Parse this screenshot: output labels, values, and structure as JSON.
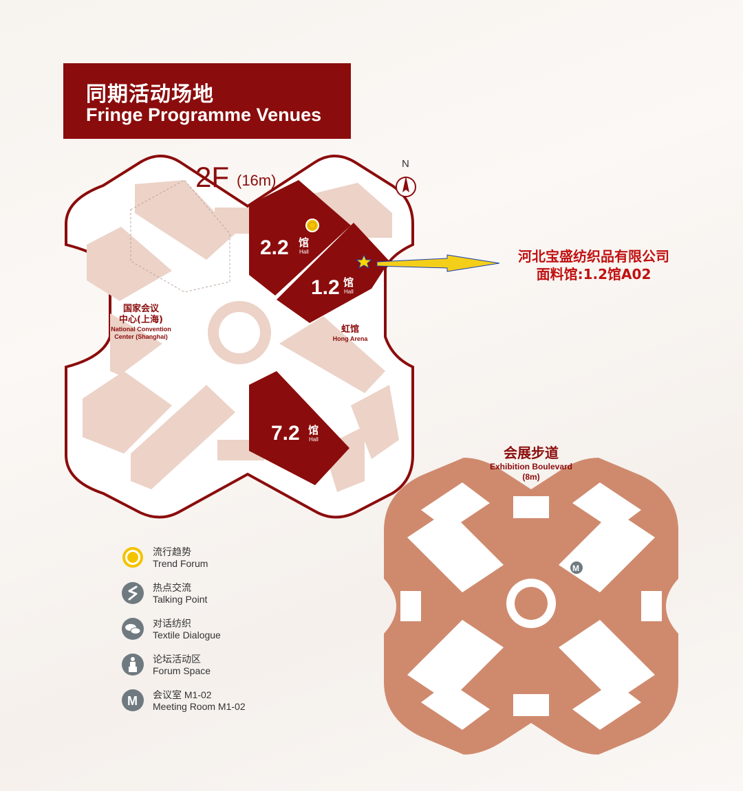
{
  "title": {
    "cn": "同期活动场地",
    "en": "Fringe Programme Venues"
  },
  "floor": {
    "level": "2F",
    "height": "(16m)",
    "compass": "N"
  },
  "halls": [
    {
      "num": "2.2",
      "cn": "馆",
      "en": "Hall"
    },
    {
      "num": "1.2",
      "cn": "馆",
      "en": "Hall"
    },
    {
      "num": "7.2",
      "cn": "馆",
      "en": "Hall"
    }
  ],
  "venues": {
    "ncc": {
      "cn_line1": "国家会议",
      "cn_line2": "中心(上海)",
      "en_line1": "National Convention",
      "en_line2": "Center (Shanghai)"
    },
    "hong": {
      "cn": "虹馆",
      "en": "Hong Arena"
    }
  },
  "callout": {
    "line1": "河北宝盛纺织品有限公司",
    "line2": "面料馆:1.2馆A02"
  },
  "boulevard": {
    "cn": "会展步道",
    "en": "Exhibition Boulevard",
    "height": "(8m)",
    "marker": "M"
  },
  "legend": [
    {
      "icon": "trend-forum-icon",
      "cn": "流行趋势",
      "en": "Trend Forum"
    },
    {
      "icon": "talking-point-icon",
      "cn": "热点交流",
      "en": "Talking Point"
    },
    {
      "icon": "textile-dialogue-icon",
      "cn": "对话纺织",
      "en": "Textile Dialogue"
    },
    {
      "icon": "forum-space-icon",
      "cn": "论坛活动区",
      "en": "Forum Space"
    },
    {
      "icon": "meeting-room-icon",
      "cn": "会议室 M1-02",
      "en": "Meeting Room M1-02"
    }
  ],
  "colors": {
    "brand_red": "#8b0c0c",
    "callout_red": "#c01010",
    "hall_pink": "#ecd2c7",
    "boulevard_tan": "#cf8a6e",
    "trend_yellow": "#f3c300",
    "arrow_yellow": "#f4cf1a",
    "star_yellow": "#ffd400",
    "legend_grey": "#6f7a80"
  }
}
